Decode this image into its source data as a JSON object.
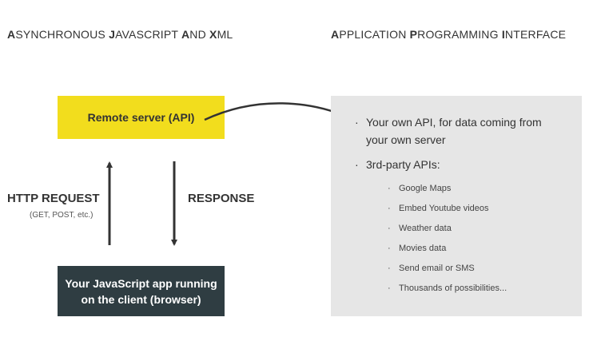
{
  "headings": {
    "left": [
      {
        "cap": "A",
        "rest": "SYNCHRONOUS "
      },
      {
        "cap": "J",
        "rest": "AVASCRIPT "
      },
      {
        "cap": "A",
        "rest": "ND "
      },
      {
        "cap": "X",
        "rest": "ML"
      }
    ],
    "right": [
      {
        "cap": "A",
        "rest": "PPLICATION "
      },
      {
        "cap": "P",
        "rest": "ROGRAMMING "
      },
      {
        "cap": "I",
        "rest": "NTERFACE"
      }
    ]
  },
  "diagram": {
    "server_label": "Remote server (API)",
    "client_label_line1": "Your JavaScript app running",
    "client_label_line2": "on the client (browser)",
    "request_label": "HTTP REQUEST",
    "request_sublabel": "(GET, POST, etc.)",
    "response_label": "RESPONSE"
  },
  "panel": {
    "item1_line1": "Your own API, for data coming from",
    "item1_line2": "your own server",
    "item2": "3rd-party APIs:",
    "subitems": [
      "Google Maps",
      "Embed Youtube videos",
      "Weather data",
      "Movies data",
      "Send email or SMS",
      "Thousands of possibilities..."
    ]
  },
  "colors": {
    "server_box": "#f2dd1d",
    "client_box": "#2f3d42",
    "panel_bg": "#e6e6e6",
    "arrow": "#333333"
  }
}
